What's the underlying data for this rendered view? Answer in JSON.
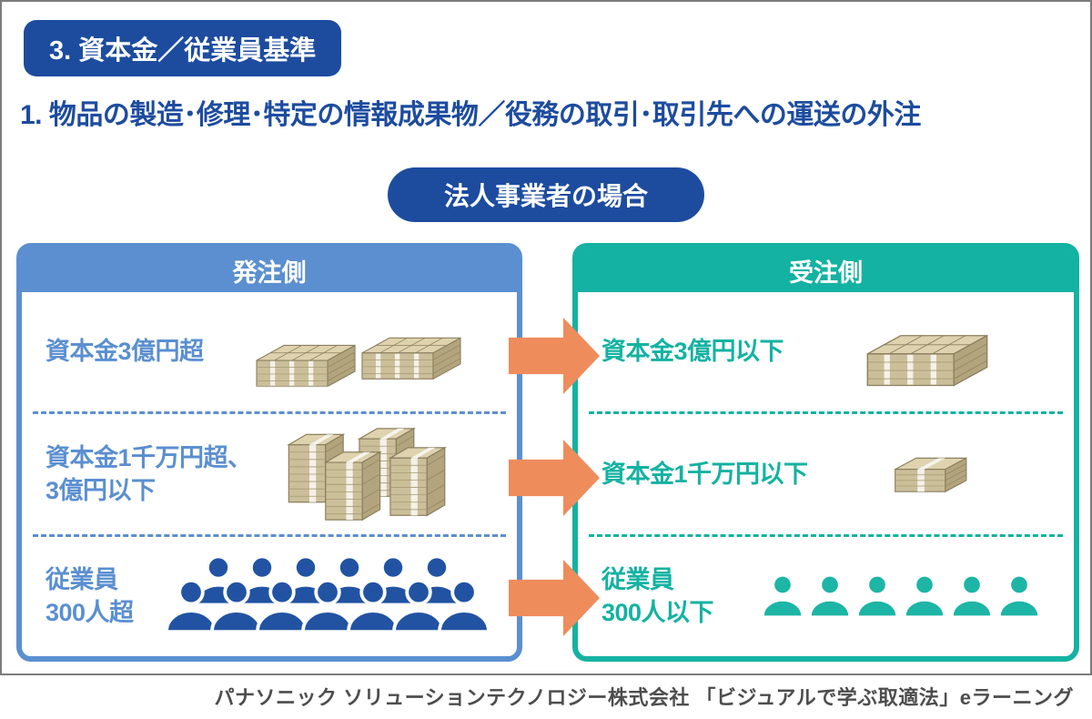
{
  "page": {
    "title_badge": "3. 資本金／従業員基準",
    "subtitle": "1. 物品の製造･修理･特定の情報成果物／役務の取引･取引先への運送の外注",
    "case_pill": "法人事業者の場合",
    "footer": "パナソニック ソリューションテクノロジー株式会社 「ビジュアルで学ぶ取適法」eラーニング"
  },
  "colors": {
    "dark_blue": "#1d4c9f",
    "panel_blue": "#5b8fd0",
    "people_blue": "#2253a3",
    "teal": "#14b2a2",
    "people_teal": "#1db5a5",
    "arrow_orange": "#ef8c5c",
    "footer_gray": "#4d4d4d",
    "frame_gray": "#7c7c7c"
  },
  "left_panel": {
    "header": "発注側",
    "rows": [
      {
        "label": "資本金3億円超",
        "icon": "money-pallet-double-icon"
      },
      {
        "label": "資本金1千万円超、\n3億円以下",
        "icon": "money-stacks-four-icon"
      },
      {
        "label": "従業員\n300人超",
        "icon": "people-crowd-icon",
        "people_back": 6,
        "people_front": 7
      }
    ]
  },
  "right_panel": {
    "header": "受注側",
    "rows": [
      {
        "label": "資本金3億円以下",
        "icon": "money-pallet-single-icon"
      },
      {
        "label": "資本金1千万円以下",
        "icon": "money-bundle-icon"
      },
      {
        "label": "従業員\n300人以下",
        "icon": "people-row-icon",
        "people_count": 6
      }
    ]
  },
  "arrows": {
    "count": 3,
    "direction": "right",
    "meaning": "発注側から受注側への委託"
  }
}
